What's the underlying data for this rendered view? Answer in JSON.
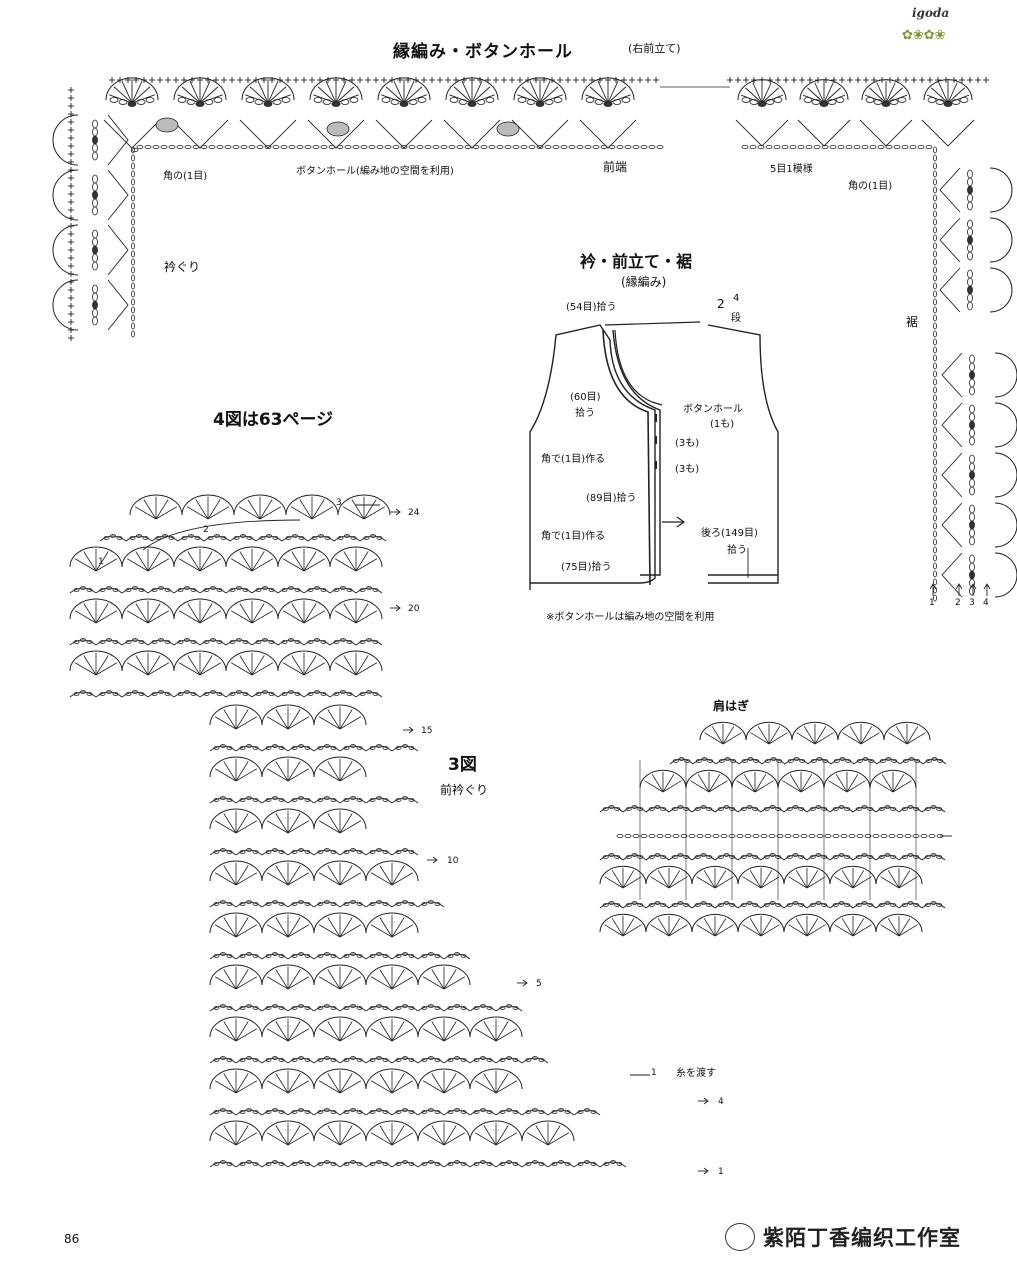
{
  "header": {
    "brand": "igoda",
    "title": "縁編み・ボタンホール",
    "title_note": "(右前立て)"
  },
  "edging": {
    "corner_left": "角の(1目)",
    "corner_right": "角の(1目)",
    "buttonhole_note": "ボタンホール(編み地の空間を利用)",
    "front_edge": "前端",
    "repeat": "5目1模様",
    "neckline": "衿ぐり",
    "hem": "裾",
    "row_numbers": [
      "1",
      "2",
      "3",
      "4"
    ]
  },
  "schematic": {
    "title": "衿・前立て・裾",
    "subtitle": "(縁編み)",
    "pick_54": "(54目)拾う",
    "rows_prefix": "2",
    "rows_num": "4",
    "rows_unit": "段",
    "pick_60": "(60目)",
    "pick_60b": "拾う",
    "buttonhole": "ボタンホール",
    "buttonhole_count": "(1も)",
    "count_3a": "(3も)",
    "count_3b": "(3も)",
    "corner_make_1": "角で(1目)作る",
    "pick_89": "(89目)拾う",
    "corner_make_2": "角で(1目)作る",
    "pick_75": "(75目)拾う",
    "back_149": "後ろ(149目)",
    "back_149b": "拾う",
    "note": "※ボタンホールは編み地の空間を利用"
  },
  "fig4_ref": "4図は63ページ",
  "fig3": {
    "title": "3図",
    "subtitle": "前衿ぐり",
    "row_labels": [
      "24",
      "20",
      "15",
      "10",
      "5",
      "4",
      "1"
    ],
    "step_labels": [
      "3",
      "2",
      "1",
      "1"
    ],
    "yarn_note": "糸を渡す"
  },
  "shoulder": {
    "title": "肩はぎ"
  },
  "footer": {
    "page": "86",
    "watermark": "紫陌丁香编织工作室"
  }
}
